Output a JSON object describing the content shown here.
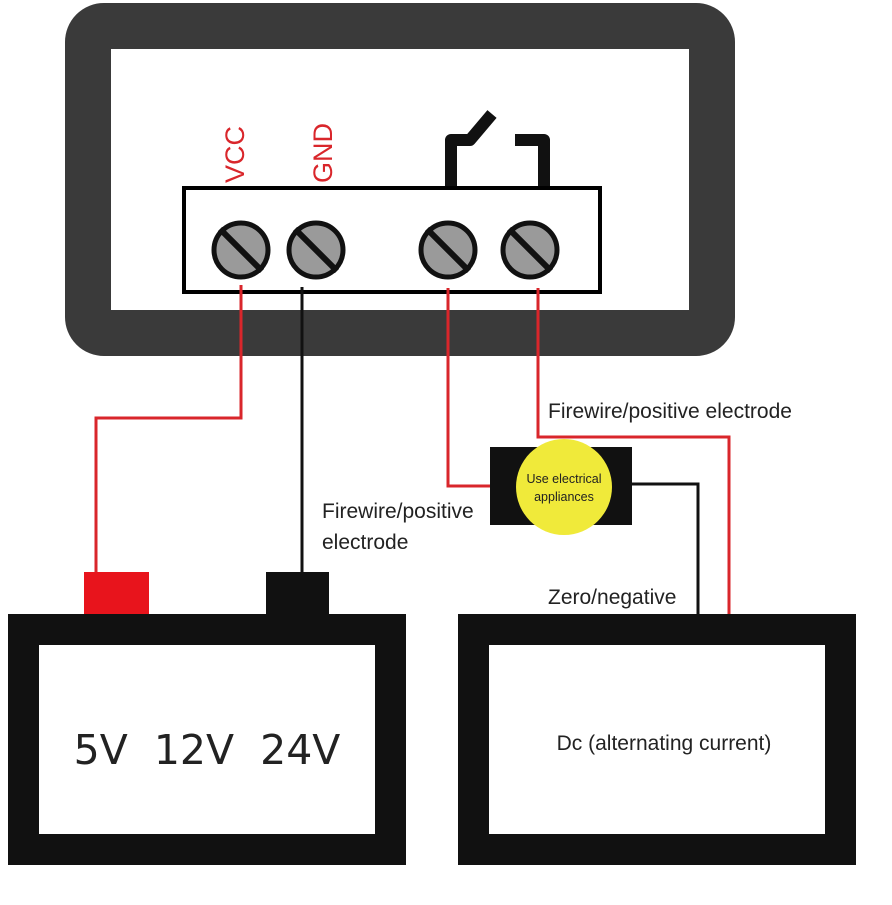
{
  "colors": {
    "housing": "#3a3a3a",
    "wire_positive": "#d9262b",
    "wire_negative": "#111111",
    "terminal_positive": "#e8141c",
    "appliance_fill": "#f0ea3a",
    "text": "#222222"
  },
  "module": {
    "terminals": {
      "vcc": "VCC",
      "gnd": "GND"
    },
    "relay_icon": "relay-switch-icon"
  },
  "wires": {
    "top_right_label": "Firewire/positive electrode",
    "left_label_line1": "Firewire/positive",
    "left_label_line2": "electrode",
    "bottom_label": "Zero/negative"
  },
  "appliance": {
    "line1": "Use electrical",
    "line2": "appliances"
  },
  "battery": {
    "label": "5V  12V  24V"
  },
  "dc_source": {
    "label": "Dc (alternating current)"
  }
}
